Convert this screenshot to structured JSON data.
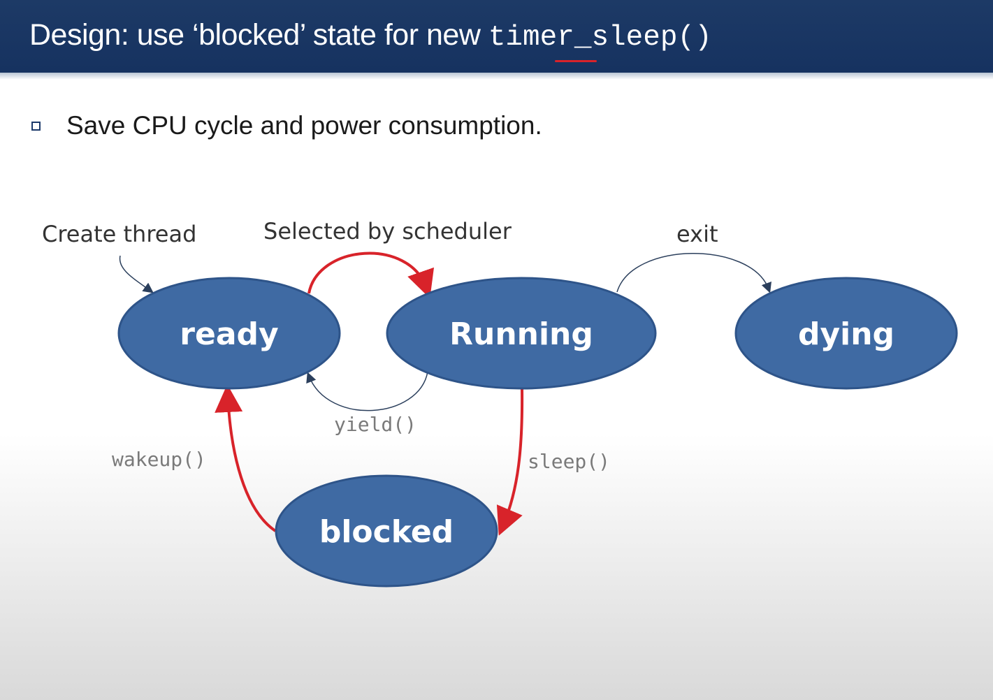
{
  "slide": {
    "title_text": "Design: use ‘blocked’ state for new ",
    "title_code": "timer_sleep()",
    "bullet": "Save CPU cycle and power consumption."
  },
  "diagram": {
    "states": {
      "ready": "ready",
      "running": "Running",
      "dying": "dying",
      "blocked": "blocked"
    },
    "transitions": {
      "create": "Create thread",
      "selected": "Selected by scheduler",
      "exit": "exit",
      "yield": "yield()",
      "wakeup": "wakeup()",
      "sleep": "sleep()"
    },
    "colors": {
      "state_fill": "#3f6aa3",
      "state_stroke": "#2e5489",
      "highlight_arrow": "#d8232a",
      "normal_arrow": "#2b3f5c"
    }
  }
}
